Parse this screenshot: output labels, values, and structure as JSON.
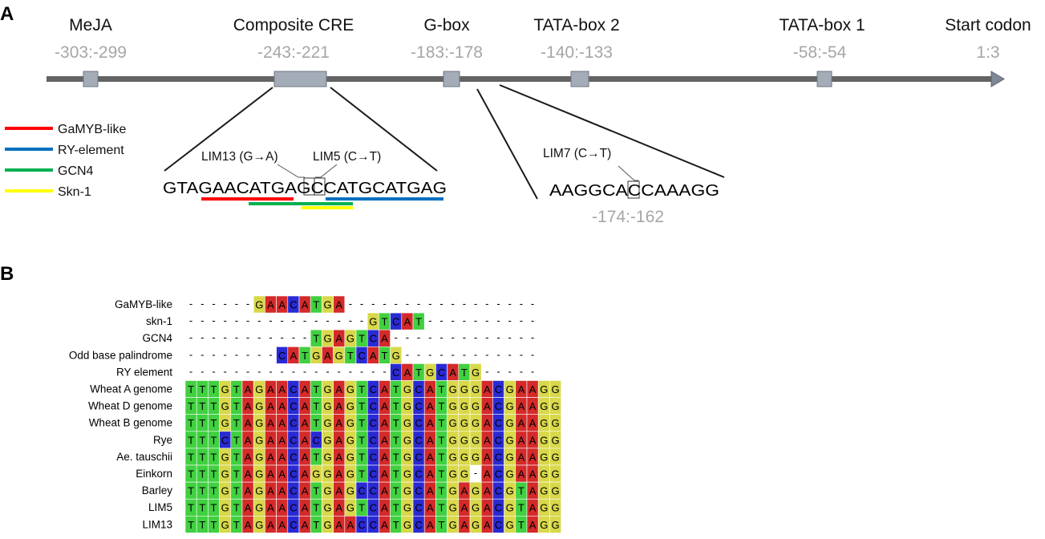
{
  "panel_a": {
    "label": "A",
    "elements": [
      {
        "name": "MeJA",
        "position": "-303:-299"
      },
      {
        "name": "Composite CRE",
        "position": "-243:-221"
      },
      {
        "name": "G-box",
        "position": "-183:-178"
      },
      {
        "name": "TATA-box 2",
        "position": "-140:-133"
      },
      {
        "name": "TATA-box 1",
        "position": "-58:-54"
      },
      {
        "name": "Start codon",
        "position": "1:3"
      }
    ],
    "legend": [
      {
        "label": "GaMYB-like",
        "color": "#ff0000"
      },
      {
        "label": "RY-element",
        "color": "#0070c0"
      },
      {
        "label": "GCN4",
        "color": "#00b050"
      },
      {
        "label": "Skn-1",
        "color": "#ffff00"
      }
    ],
    "cre_zoom": {
      "sequence": "GTAGAACATGAGCCATGCATGAG",
      "mutations": [
        "LIM13 (G→A)",
        "LIM5 (C→T)"
      ]
    },
    "gbox_zoom": {
      "sequence": "AAGGCACCAAAGG",
      "mutation": "LIM7 (C→T)",
      "position": "-174:-162"
    }
  },
  "panel_b": {
    "label": "B",
    "base_colors": {
      "A": "#d42a2a",
      "C": "#2a2ad4",
      "G": "#d8d84a",
      "T": "#40d040"
    },
    "motif_rows": [
      {
        "label": "GaMYB-like",
        "seq": "------GAACATGA-----------------"
      },
      {
        "label": "skn-1",
        "seq": "----------------GTCAT----------"
      },
      {
        "label": "GCN4",
        "seq": "-----------TGAGTCA-------------"
      },
      {
        "label": "Odd base palindrome",
        "seq": "--------CATGAGTCATG------------"
      },
      {
        "label": "RY element",
        "seq": "------------------CATGCATG-----"
      }
    ],
    "seq_rows": [
      {
        "label": "Wheat A genome",
        "seq": "TTTGTAGAACATGAGTCATGCATGGGACGAAGG"
      },
      {
        "label": "Wheat D genome",
        "seq": "TTTGTAGAACATGAGTCATGCATGGGACGAAGG"
      },
      {
        "label": "Wheat B genome",
        "seq": "TTTGTAGAACATGAGTCATGCATGGGACGAAGG"
      },
      {
        "label": "Rye",
        "seq": "TTTCTAGAACACGAGTCATGCATGGGACGAAGG"
      },
      {
        "label": "Ae. tauschii",
        "seq": "TTTGTAGAACATGAGTCATGCATGGGACGAAGG"
      },
      {
        "label": "Einkorn",
        "seq": "TTTGTAGAACAGGAGTCATGCATGG-ACGAAGG"
      },
      {
        "label": "Barley",
        "seq": "TTTGTAGAACATGAGCCATGCATGAGACGTAGG"
      },
      {
        "label": "LIM5",
        "seq": "TTTGTAGAACATGAGTCATGCATGAGACGTAGG"
      },
      {
        "label": "LIM13",
        "seq": "TTTGTAGAACATGAACCATGCATGAGACGTAGG"
      }
    ]
  }
}
